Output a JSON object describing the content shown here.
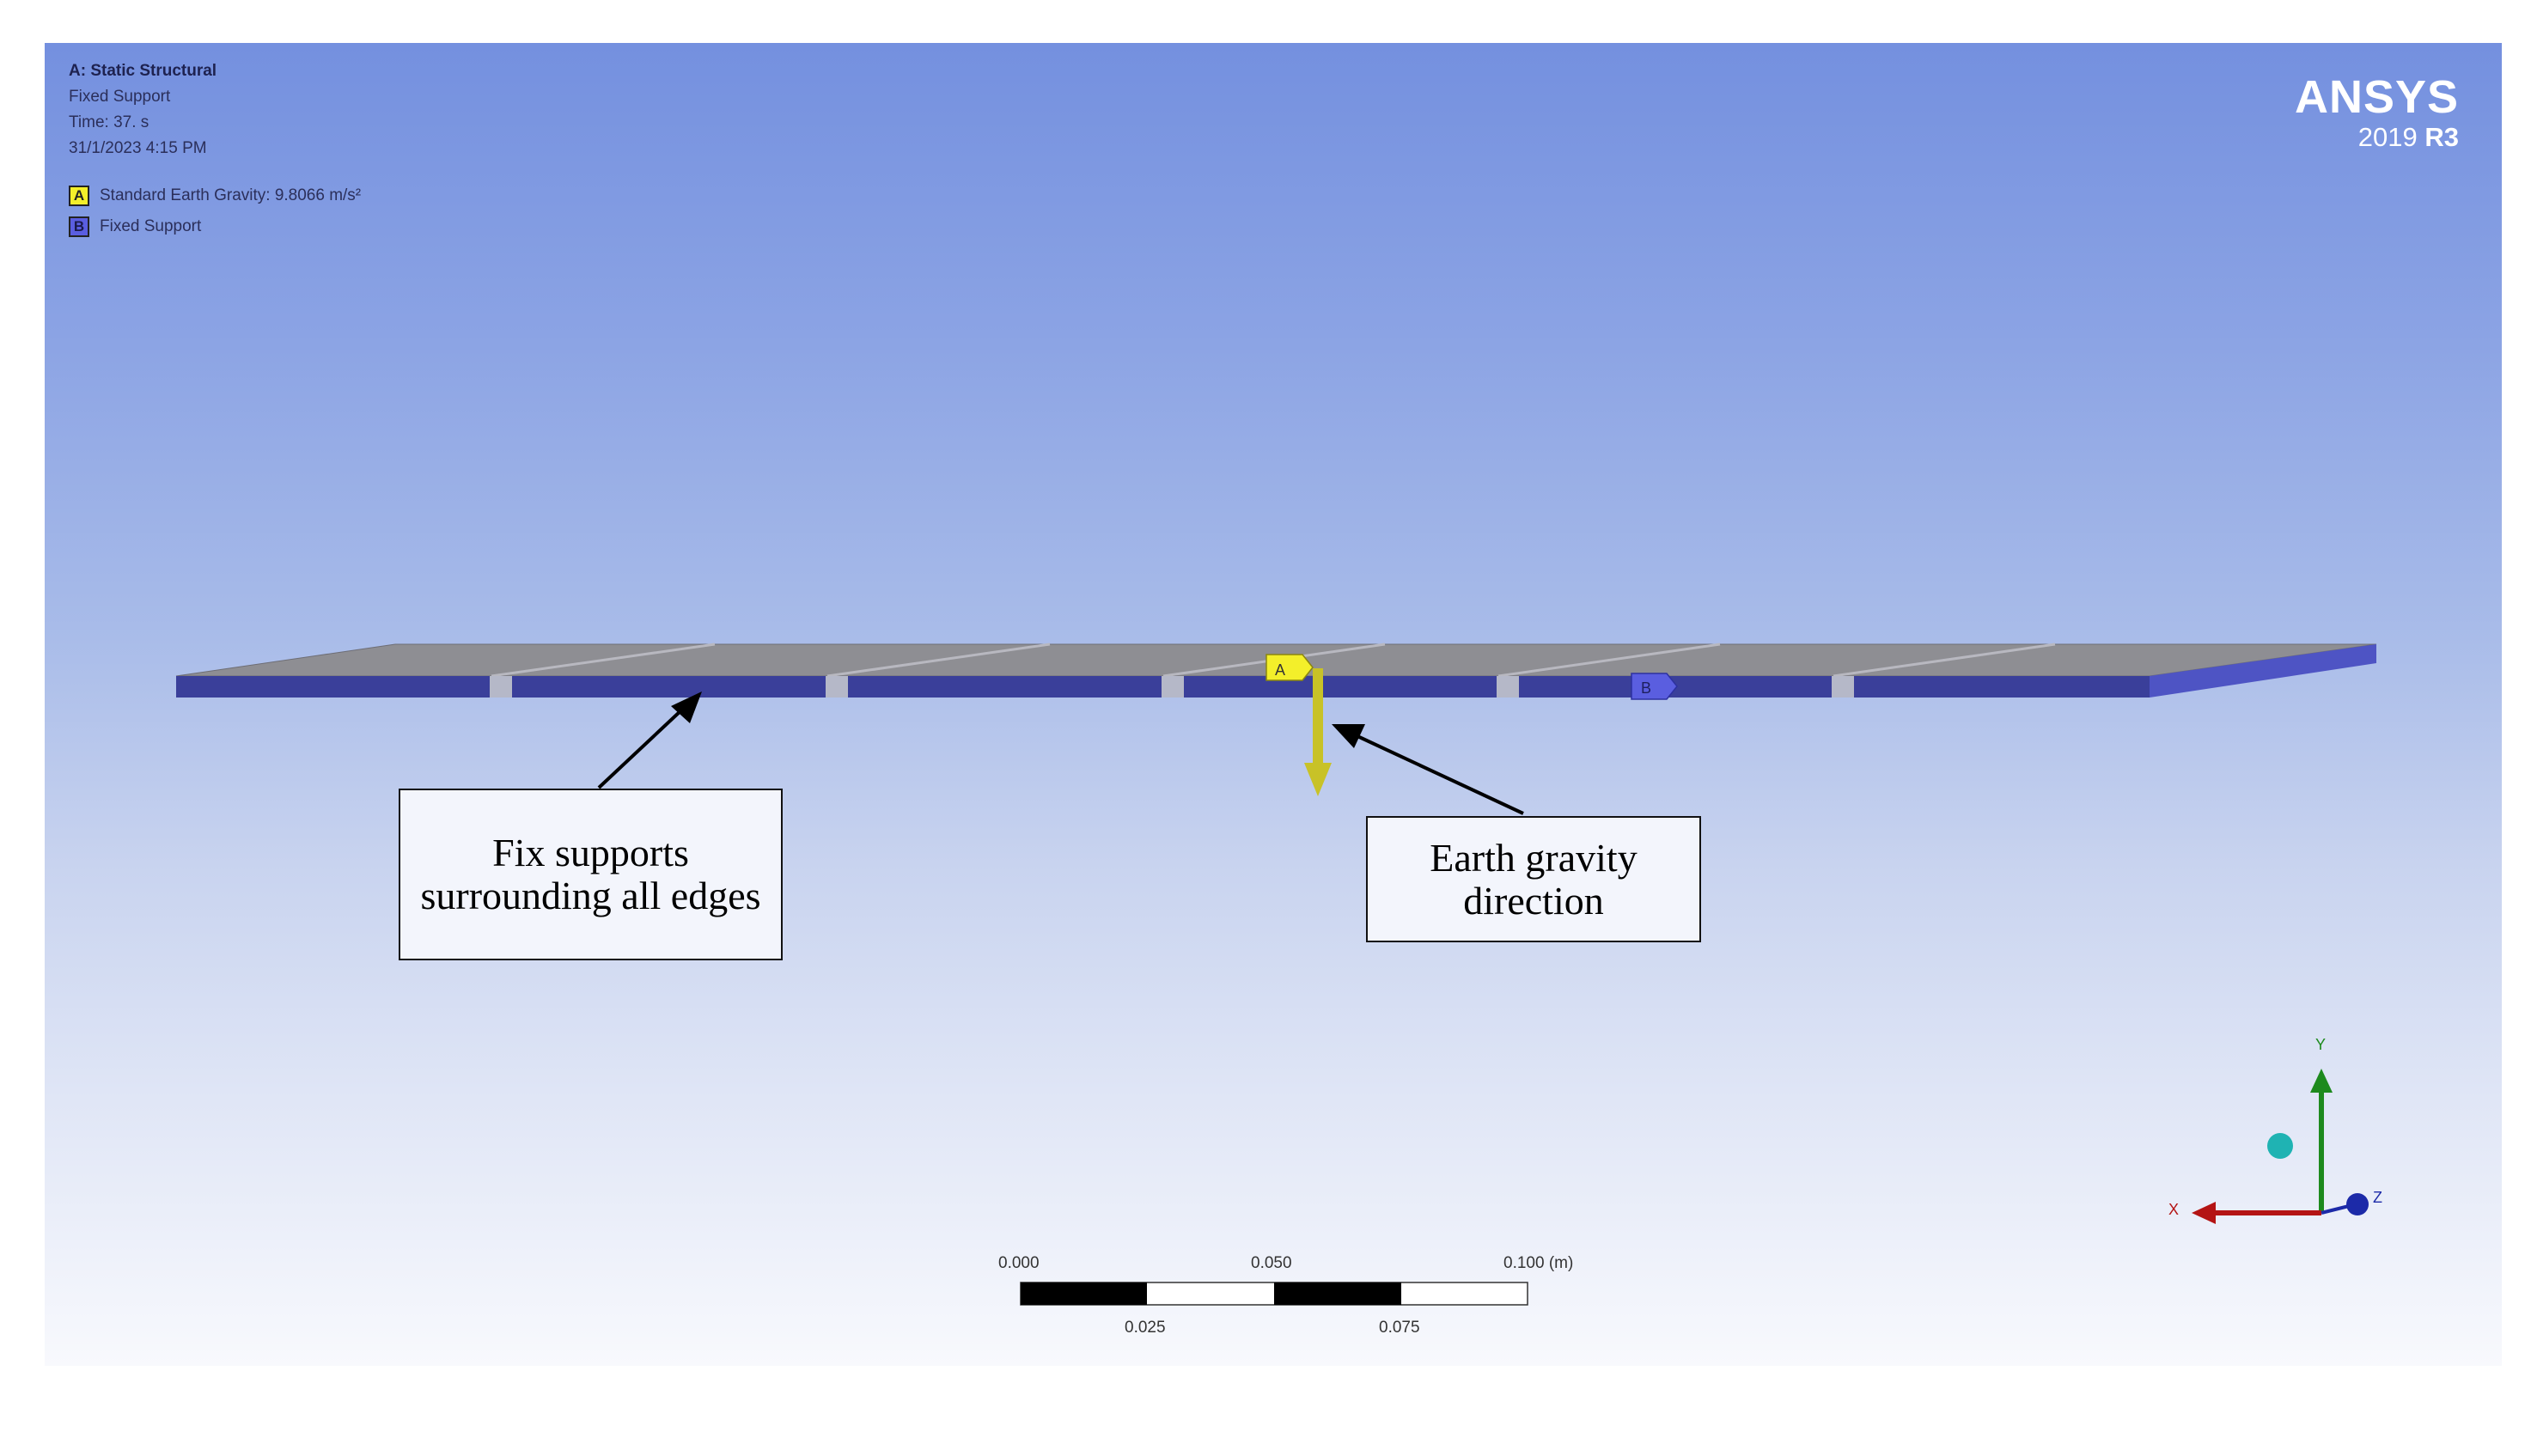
{
  "window": {
    "analysis_title": "A: Static Structural",
    "object_name": "Fixed Support",
    "time": "Time: 37. s",
    "timestamp": "31/1/2023 4:15 PM"
  },
  "legend": [
    {
      "key": "A",
      "label": "Standard Earth Gravity: 9.8066 m/s²",
      "color": "#f3ef2a"
    },
    {
      "key": "B",
      "label": "Fixed Support",
      "color": "#5a5ee0"
    }
  ],
  "brand": {
    "name": "ANSYS",
    "version": "2019",
    "release": "R3"
  },
  "model": {
    "top_face_color": "#8e8e93",
    "side_face_color": "#3a3f9a",
    "gravity_marker": "A",
    "support_marker": "B",
    "gravity_color": "#c8c227",
    "support_color": "#5a5ee0"
  },
  "callouts": {
    "fix_supports": "Fix supports surrounding all edges",
    "gravity_direction": "Earth gravity direction"
  },
  "scale_bar": {
    "labels_top": [
      "0.000",
      "0.050",
      "0.100 (m)"
    ],
    "labels_bottom": [
      "0.025",
      "0.075"
    ]
  },
  "triad": {
    "y_label": "Y",
    "x_label": "X",
    "z_label": "Z",
    "y_color": "#1d8a1d",
    "x_color": "#b41414",
    "z_color": "#1c2aa8"
  },
  "icons": [
    "triad-icon",
    "arrow-icon"
  ]
}
